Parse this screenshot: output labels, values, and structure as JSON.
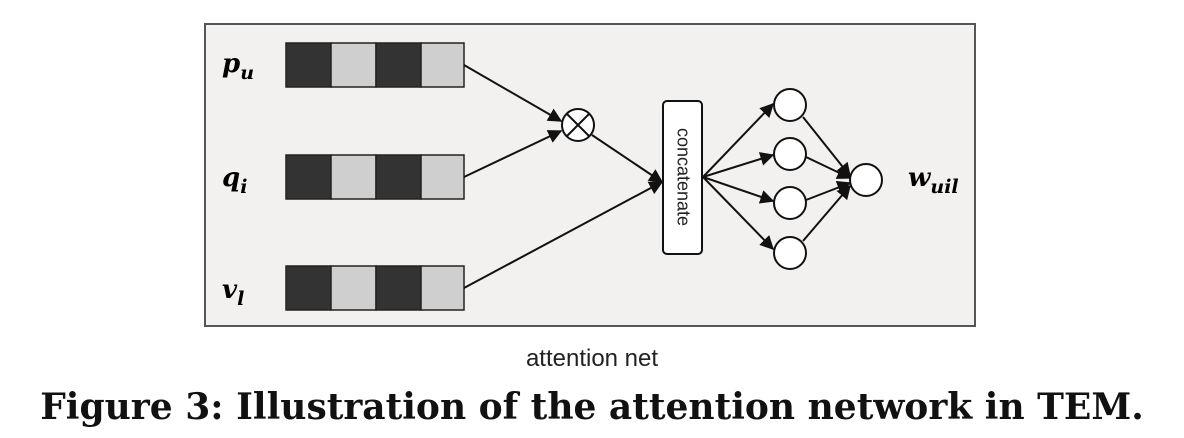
{
  "inputs": [
    {
      "base": "p",
      "sub": "u"
    },
    {
      "base": "q",
      "sub": "i"
    },
    {
      "base": "v",
      "sub": "l"
    }
  ],
  "output": {
    "base": "w",
    "sub": "uil"
  },
  "concat_label": "concatenate",
  "product_symbol": "⊗",
  "diagram_label": "attention net",
  "caption": "Figure 3: Illustration of the attention network in TEM.",
  "colors": {
    "panel_fill": "#f2f1ef",
    "panel_stroke": "#555555",
    "cell_dark": "#333333",
    "cell_light": "#cfcfcf",
    "line": "#111111"
  }
}
